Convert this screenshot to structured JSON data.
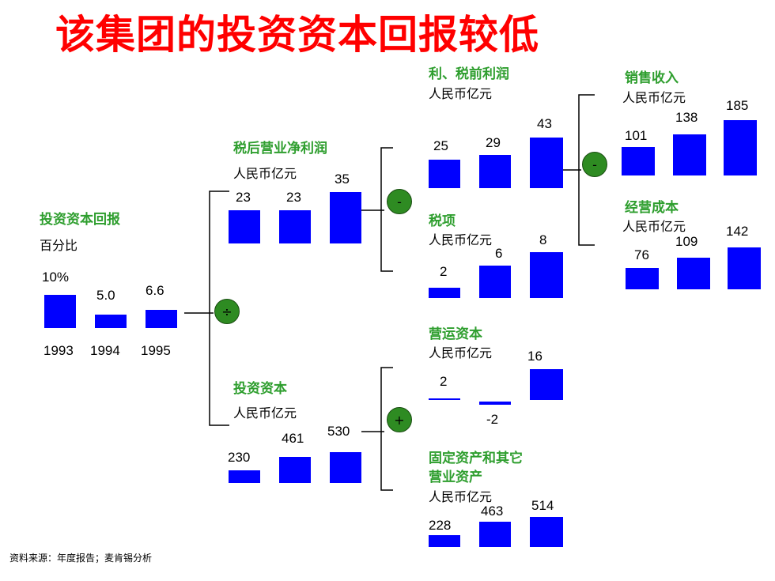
{
  "title": "该集团的投资资本回报较低",
  "source": "资料来源：年度报告；麦肯锡分析",
  "colors": {
    "title": "#ff0000",
    "label": "#2e9e2e",
    "bar": "#0000ff",
    "operator": "#2e8b22"
  },
  "operators": {
    "divide": "÷",
    "minus_top": "-",
    "minus_right": "-",
    "plus": "+"
  },
  "roic": {
    "label": "投资资本回报",
    "unit": "百分比",
    "values": [
      "10%",
      "5.0",
      "6.6"
    ],
    "years": [
      "1993",
      "1994",
      "1995"
    ]
  },
  "nopat": {
    "label": "税后营业净利润",
    "unit": "人民币亿元",
    "values": [
      "23",
      "23",
      "35"
    ]
  },
  "invested": {
    "label": "投资资本",
    "unit": "人民币亿元",
    "values": [
      "230",
      "461",
      "530"
    ]
  },
  "ebit": {
    "label": "利、税前利润",
    "unit": "人民币亿元",
    "values": [
      "25",
      "29",
      "43"
    ]
  },
  "tax": {
    "label": "税项",
    "unit": "人民币亿元",
    "values": [
      "2",
      "6",
      "8"
    ]
  },
  "working": {
    "label": "营运资本",
    "unit": "人民币亿元",
    "values": [
      "2",
      "-2",
      "16"
    ]
  },
  "fixed": {
    "label_line1": "固定资产和其它",
    "label_line2": "营业资产",
    "unit": "人民币亿元",
    "values": [
      "228",
      "463",
      "514"
    ]
  },
  "sales": {
    "label": "销售收入",
    "unit": "人民币亿元",
    "values": [
      "101",
      "138",
      "185"
    ]
  },
  "cost": {
    "label": "经营成本",
    "unit": "人民币亿元",
    "values": [
      "76",
      "109",
      "142"
    ]
  }
}
